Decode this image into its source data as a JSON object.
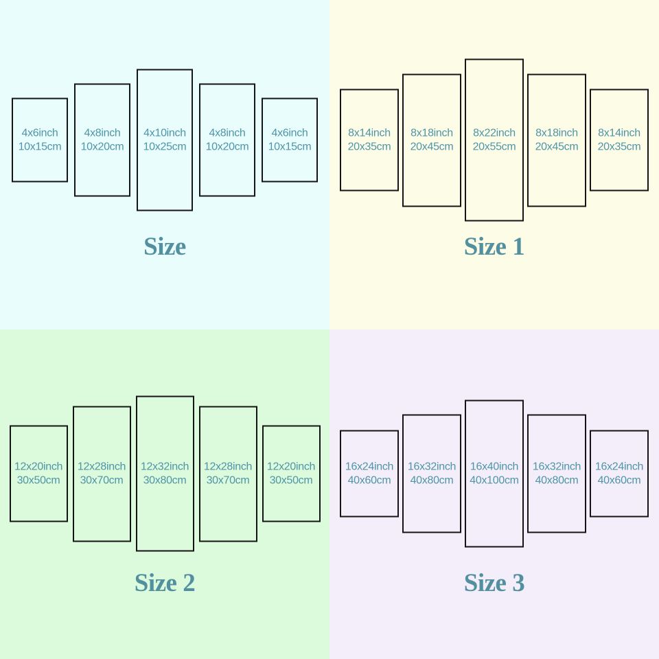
{
  "colors": {
    "panel_border": "#141414",
    "panel_text": "#4f95a7",
    "title_text": "#52909f",
    "quadrant_backgrounds": {
      "size": "#e9fdfd",
      "size1": "#fdfce7",
      "size2": "#dcfadc",
      "size3": "#f3eefa"
    }
  },
  "quadrants": [
    {
      "id": "size",
      "title": "Size",
      "bg_color": "#e9fdfd",
      "panels": [
        {
          "inch": "4x6inch",
          "cm": "10x15cm"
        },
        {
          "inch": "4x8inch",
          "cm": "10x20cm"
        },
        {
          "inch": "4x10inch",
          "cm": "10x25cm"
        },
        {
          "inch": "4x8inch",
          "cm": "10x20cm"
        },
        {
          "inch": "4x6inch",
          "cm": "10x15cm"
        }
      ]
    },
    {
      "id": "size1",
      "title": "Size 1",
      "bg_color": "#fdfce7",
      "panels": [
        {
          "inch": "8x14inch",
          "cm": "20x35cm"
        },
        {
          "inch": "8x18inch",
          "cm": "20x45cm"
        },
        {
          "inch": "8x22inch",
          "cm": "20x55cm"
        },
        {
          "inch": "8x18inch",
          "cm": "20x45cm"
        },
        {
          "inch": "8x14inch",
          "cm": "20x35cm"
        }
      ]
    },
    {
      "id": "size2",
      "title": "Size 2",
      "bg_color": "#dcfadc",
      "panels": [
        {
          "inch": "12x20inch",
          "cm": "30x50cm"
        },
        {
          "inch": "12x28inch",
          "cm": "30x70cm"
        },
        {
          "inch": "12x32inch",
          "cm": "30x80cm"
        },
        {
          "inch": "12x28inch",
          "cm": "30x70cm"
        },
        {
          "inch": "12x20inch",
          "cm": "30x50cm"
        }
      ]
    },
    {
      "id": "size3",
      "title": "Size 3",
      "bg_color": "#f3eefa",
      "panels": [
        {
          "inch": "16x24inch",
          "cm": "40x60cm"
        },
        {
          "inch": "16x32inch",
          "cm": "40x80cm"
        },
        {
          "inch": "16x40inch",
          "cm": "40x100cm"
        },
        {
          "inch": "16x32inch",
          "cm": "40x80cm"
        },
        {
          "inch": "16x24inch",
          "cm": "40x60cm"
        }
      ]
    }
  ]
}
